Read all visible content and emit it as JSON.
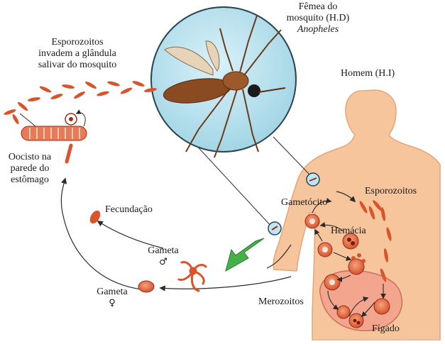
{
  "labels": {
    "female_line1": "Fêmea do",
    "female_line2": "mosquito (H.D)",
    "female_species": "Anopheles",
    "sporozoites_gland_1": "Esporozoitos",
    "sporozoites_gland_2": "invadem a glândula",
    "sporozoites_gland_3": "salivar do mosquito",
    "man": "Homem (H.I)",
    "oocyst_1": "Oocisto na",
    "oocyst_2": "parede do",
    "oocyst_3": "estômago",
    "fecundation": "Fecundação",
    "sporozoites": "Esporozoitos",
    "gametocyte": "Gametócito",
    "red_cell": "Hemácia",
    "male_gamete": "Gameta",
    "male_symbol": "♂",
    "female_gamete": "Gameta",
    "female_symbol": "♀",
    "merozoites": "Merozoitos",
    "liver": "Fígado"
  },
  "colors": {
    "skin": "#f6c59c",
    "skin_outline": "#e3a67c",
    "lens": "#bfe6f2",
    "lens_outline": "#2a4450",
    "parasite": "#d9532b",
    "parasite_dark": "#9e2d18",
    "cell": "#e2673f",
    "liver": "#f3a58e",
    "arrow_green": "#45b047",
    "line": "#2b2b2b"
  },
  "icons": [
    "mosquito-icon",
    "human-torso-icon",
    "red-blood-cell-icon",
    "liver-icon",
    "stomach-wall-icon",
    "green-arrow-icon"
  ]
}
